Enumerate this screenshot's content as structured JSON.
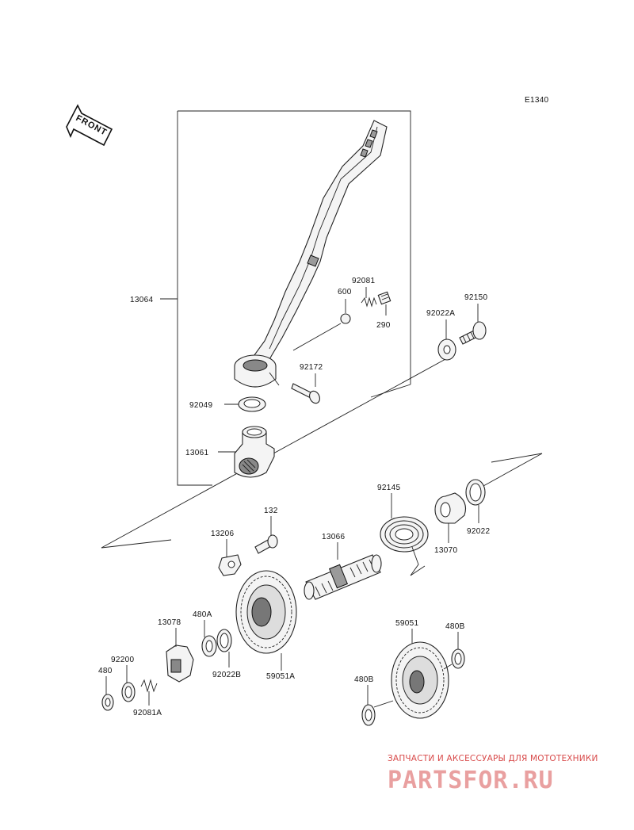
{
  "diagram": {
    "code": "E1340",
    "front_label": "FRONT",
    "parts": [
      {
        "id": "13064",
        "text": "13064"
      },
      {
        "id": "92081",
        "text": "92081"
      },
      {
        "id": "600",
        "text": "600"
      },
      {
        "id": "290",
        "text": "290"
      },
      {
        "id": "92150",
        "text": "92150"
      },
      {
        "id": "92022A",
        "text": "92022A"
      },
      {
        "id": "92172",
        "text": "92172"
      },
      {
        "id": "92049",
        "text": "92049"
      },
      {
        "id": "13061",
        "text": "13061"
      },
      {
        "id": "92145",
        "text": "92145"
      },
      {
        "id": "13070",
        "text": "13070"
      },
      {
        "id": "92022",
        "text": "92022"
      },
      {
        "id": "132",
        "text": "132"
      },
      {
        "id": "13206",
        "text": "13206"
      },
      {
        "id": "13066",
        "text": "13066"
      },
      {
        "id": "13078",
        "text": "13078"
      },
      {
        "id": "480A",
        "text": "480A"
      },
      {
        "id": "92200",
        "text": "92200"
      },
      {
        "id": "480",
        "text": "480"
      },
      {
        "id": "92022B",
        "text": "92022B"
      },
      {
        "id": "59051A",
        "text": "59051A"
      },
      {
        "id": "92081A",
        "text": "92081A"
      },
      {
        "id": "59051",
        "text": "59051"
      },
      {
        "id": "480B_top",
        "text": "480B"
      },
      {
        "id": "480B_bottom",
        "text": "480B"
      }
    ]
  },
  "watermark": {
    "subtitle": "ЗАПЧАСТИ И АКСЕССУАРЫ ДЛЯ МОТОТЕХНИКИ",
    "brand": "PARTSFOR.RU"
  }
}
